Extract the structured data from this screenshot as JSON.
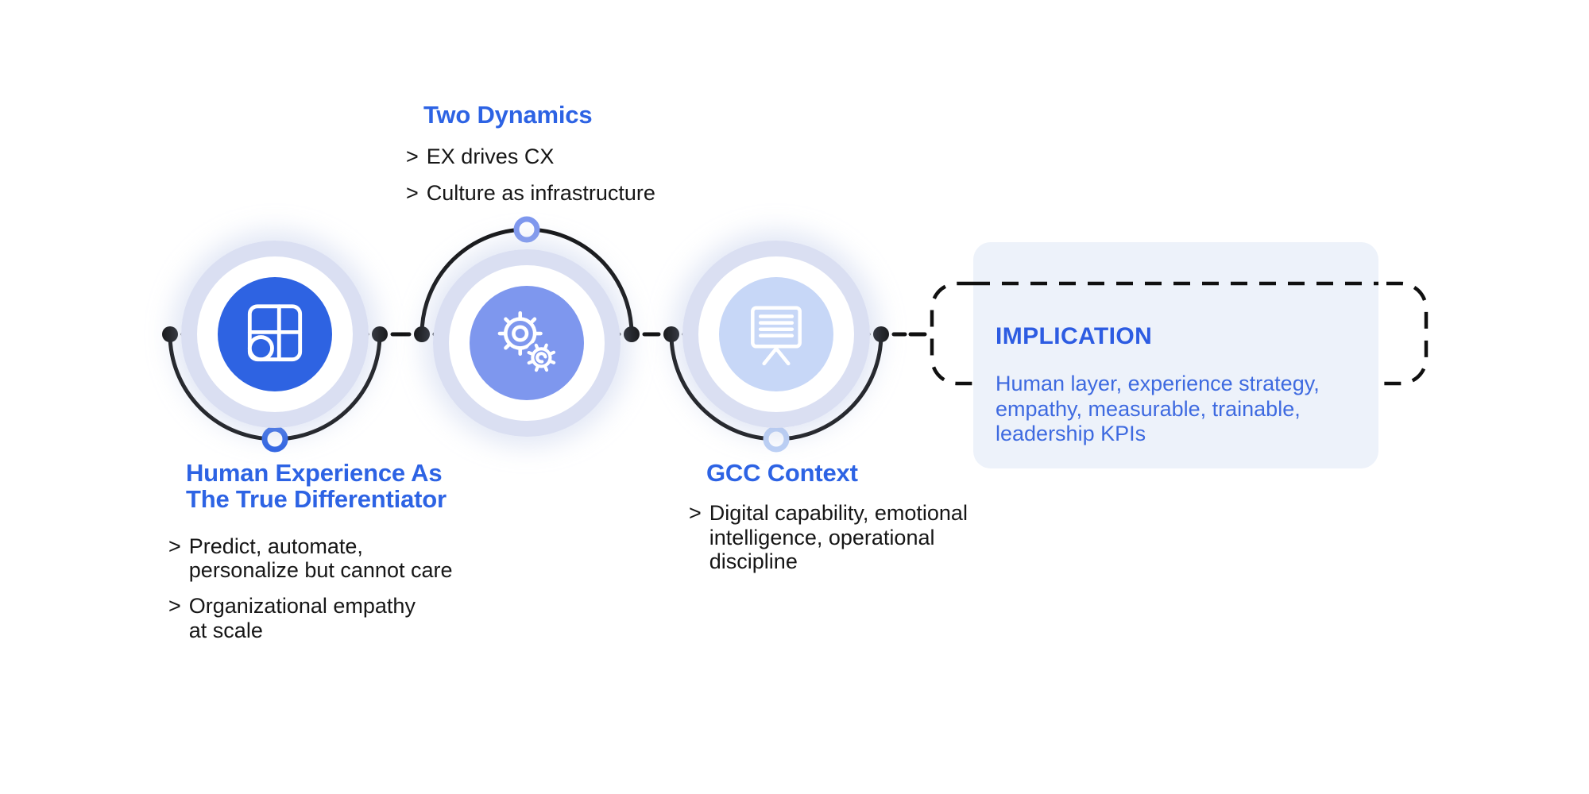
{
  "palette": {
    "node1_fill": "#2e63e2",
    "node2_fill": "#7e97ee",
    "node3_fill": "#c7d7f7",
    "ring": "#dadff2",
    "heading_blue": "#2d63e4",
    "body_blue": "#3e6ae0",
    "text_dark": "#161616",
    "connector": "#101010",
    "box_bg": "#edf2fa"
  },
  "bullet_glyph": ">",
  "nodes": [
    {
      "icon": "dashboard-grid-icon",
      "title": "Human Experience As\nThe True Differentiator",
      "label_position": "below",
      "bullets": [
        "Predict, automate,\npersonalize but cannot care",
        "Organizational empathy\nat scale"
      ]
    },
    {
      "icon": "gears-icon",
      "title": "Two Dynamics",
      "label_position": "above",
      "bullets": [
        "EX drives CX",
        "Culture as infrastructure"
      ]
    },
    {
      "icon": "presentation-board-icon",
      "title": "GCC Context",
      "label_position": "below",
      "bullets": [
        "Digital capability, emotional\nintelligence, operational\ndiscipline"
      ]
    }
  ],
  "implication": {
    "title": "IMPLICATION",
    "body": "Human layer, experience strategy,\nempathy, measurable, trainable,\nleadership KPIs"
  }
}
